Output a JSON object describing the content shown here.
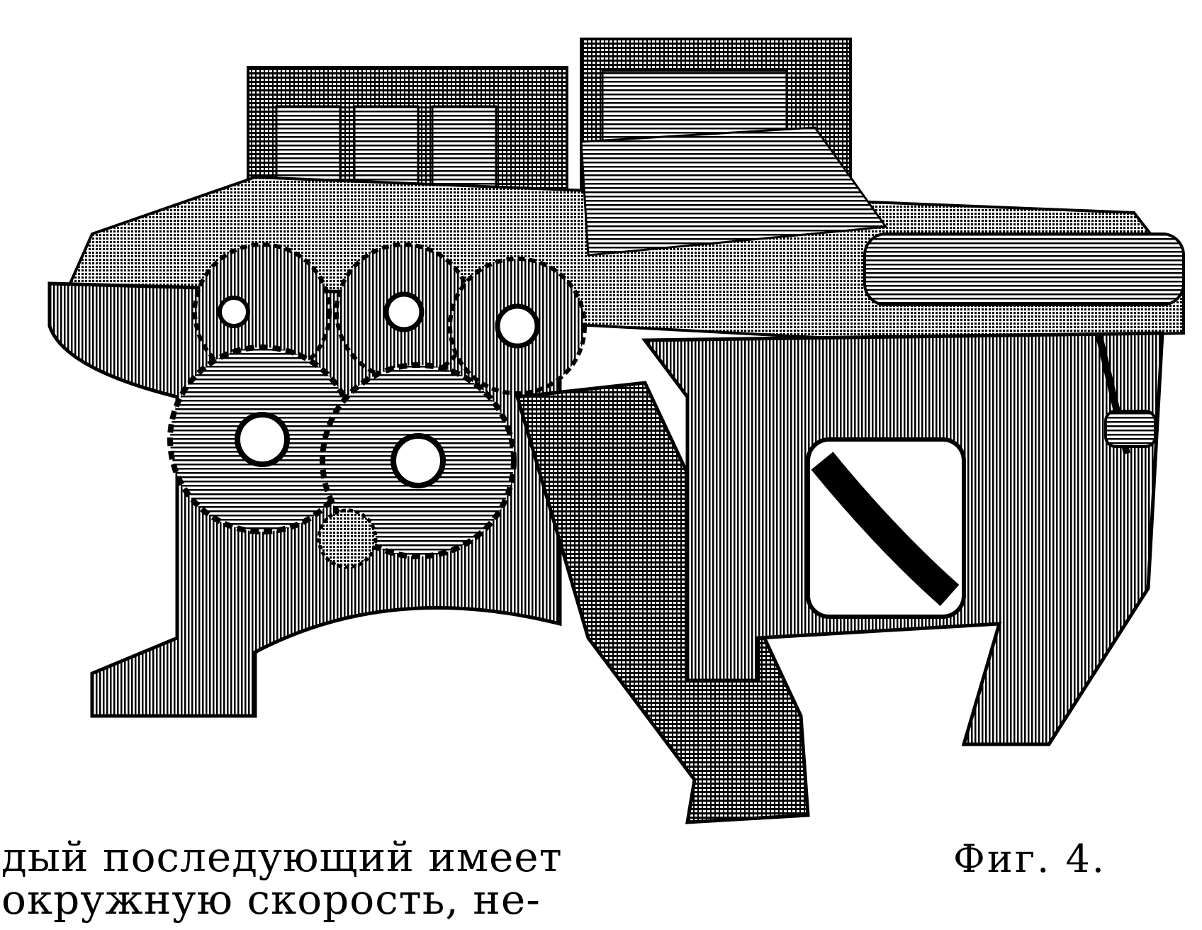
{
  "figure": {
    "label": "Фиг. 4."
  },
  "body_text": {
    "lines": [
      "дый последующий имеет",
      "окружную скорость, не-"
    ]
  },
  "colors": {
    "ink": "#000000",
    "paper": "#ffffff"
  }
}
